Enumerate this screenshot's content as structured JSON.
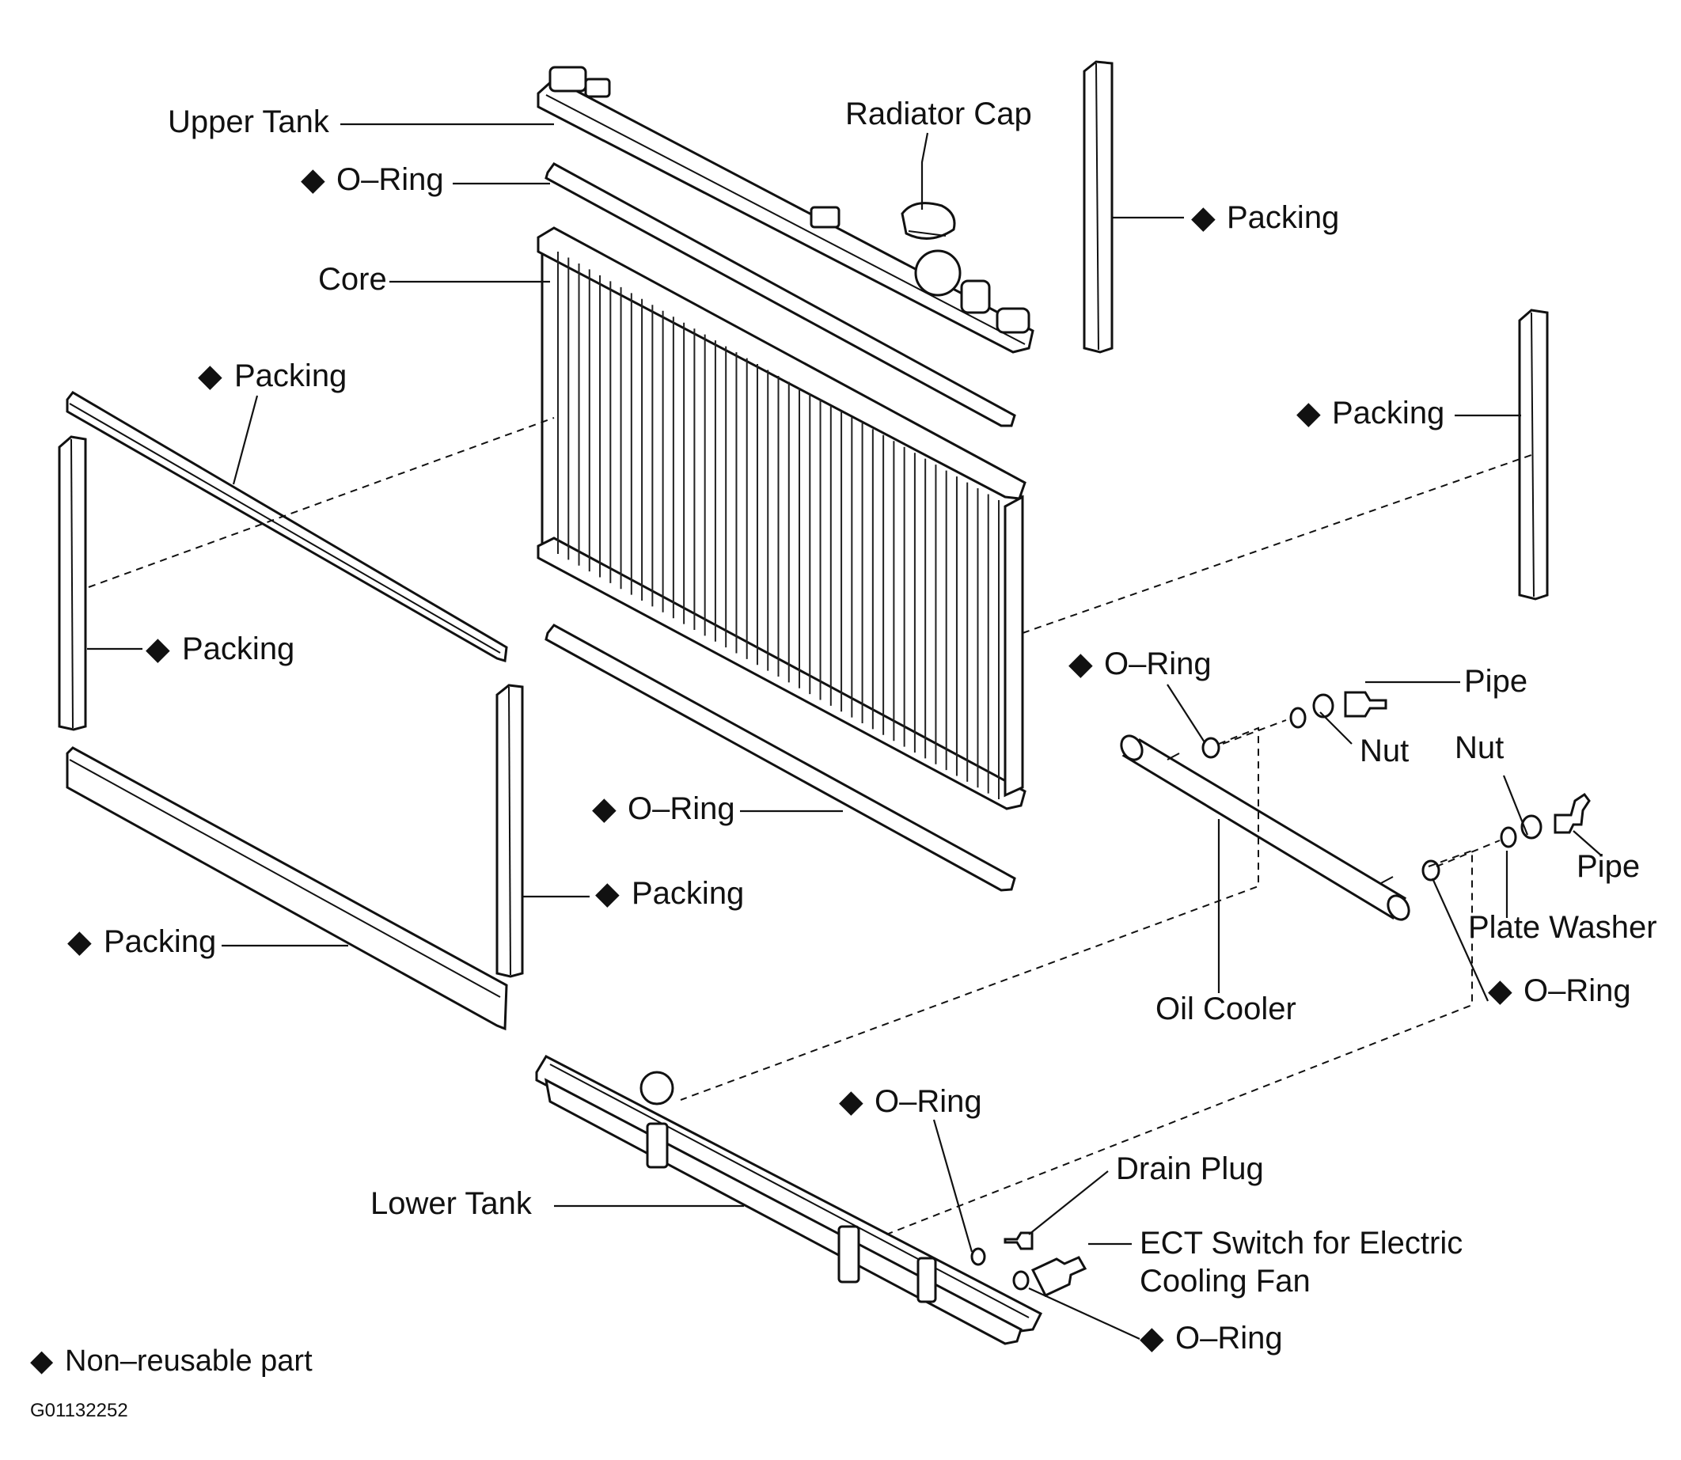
{
  "labels": {
    "upper_tank": "Upper Tank",
    "radiator_cap": "Radiator Cap",
    "o_ring_upper": "O–Ring",
    "packing_upper_right": "Packing",
    "core": "Core",
    "packing_upper_left": "Packing",
    "packing_right": "Packing",
    "packing_left_side": "Packing",
    "o_ring_oil_cooler": "O–Ring",
    "pipe_upper": "Pipe",
    "nut_1": "Nut",
    "nut_2": "Nut",
    "o_ring_lower": "O–Ring",
    "pipe_lower": "Pipe",
    "packing_right_lower": "Packing",
    "plate_washer": "Plate Washer",
    "packing_bottom_left": "Packing",
    "o_ring_plate": "O–Ring",
    "oil_cooler": "Oil Cooler",
    "o_ring_drain": "O–Ring",
    "drain_plug": "Drain Plug",
    "lower_tank": "Lower Tank",
    "ect_switch_line1": "ECT Switch for Electric",
    "ect_switch_line2": "Cooling Fan",
    "o_ring_ect": "O–Ring"
  },
  "legend": {
    "text": "Non–reusable part"
  },
  "figure_code": "G01132252",
  "marker_glyph": "◆"
}
